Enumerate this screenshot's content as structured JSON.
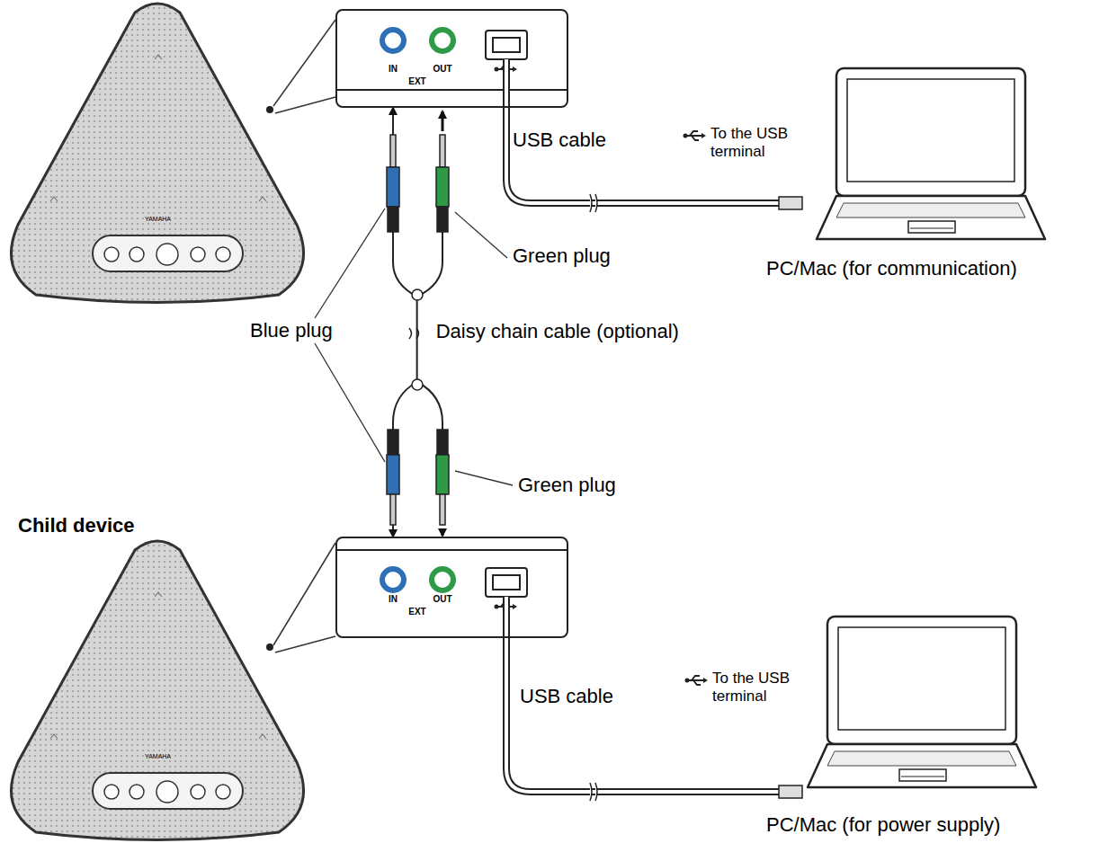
{
  "diagram": {
    "nodes": [
      {
        "text": [
          "IN",
          "EXT",
          "OUT"
        ]
      },
      {
        "text": [
          "IN",
          "EXT",
          "OUT"
        ]
      }
    ],
    "edges": [
      {
        "from": 0,
        "to": 1,
        "arrow": "both",
        "label": "Daisy chain cable (optional)"
      }
    ],
    "labels": [
      "YAMAHA",
      "USB cable",
      "To the USB terminal",
      "Green plug",
      "PC/Mac (for communication)",
      "Blue plug",
      "Green plug",
      "Child device",
      "YAMAHA",
      "USB cable",
      "To the USB terminal",
      "PC/Mac (for power supply)"
    ]
  }
}
